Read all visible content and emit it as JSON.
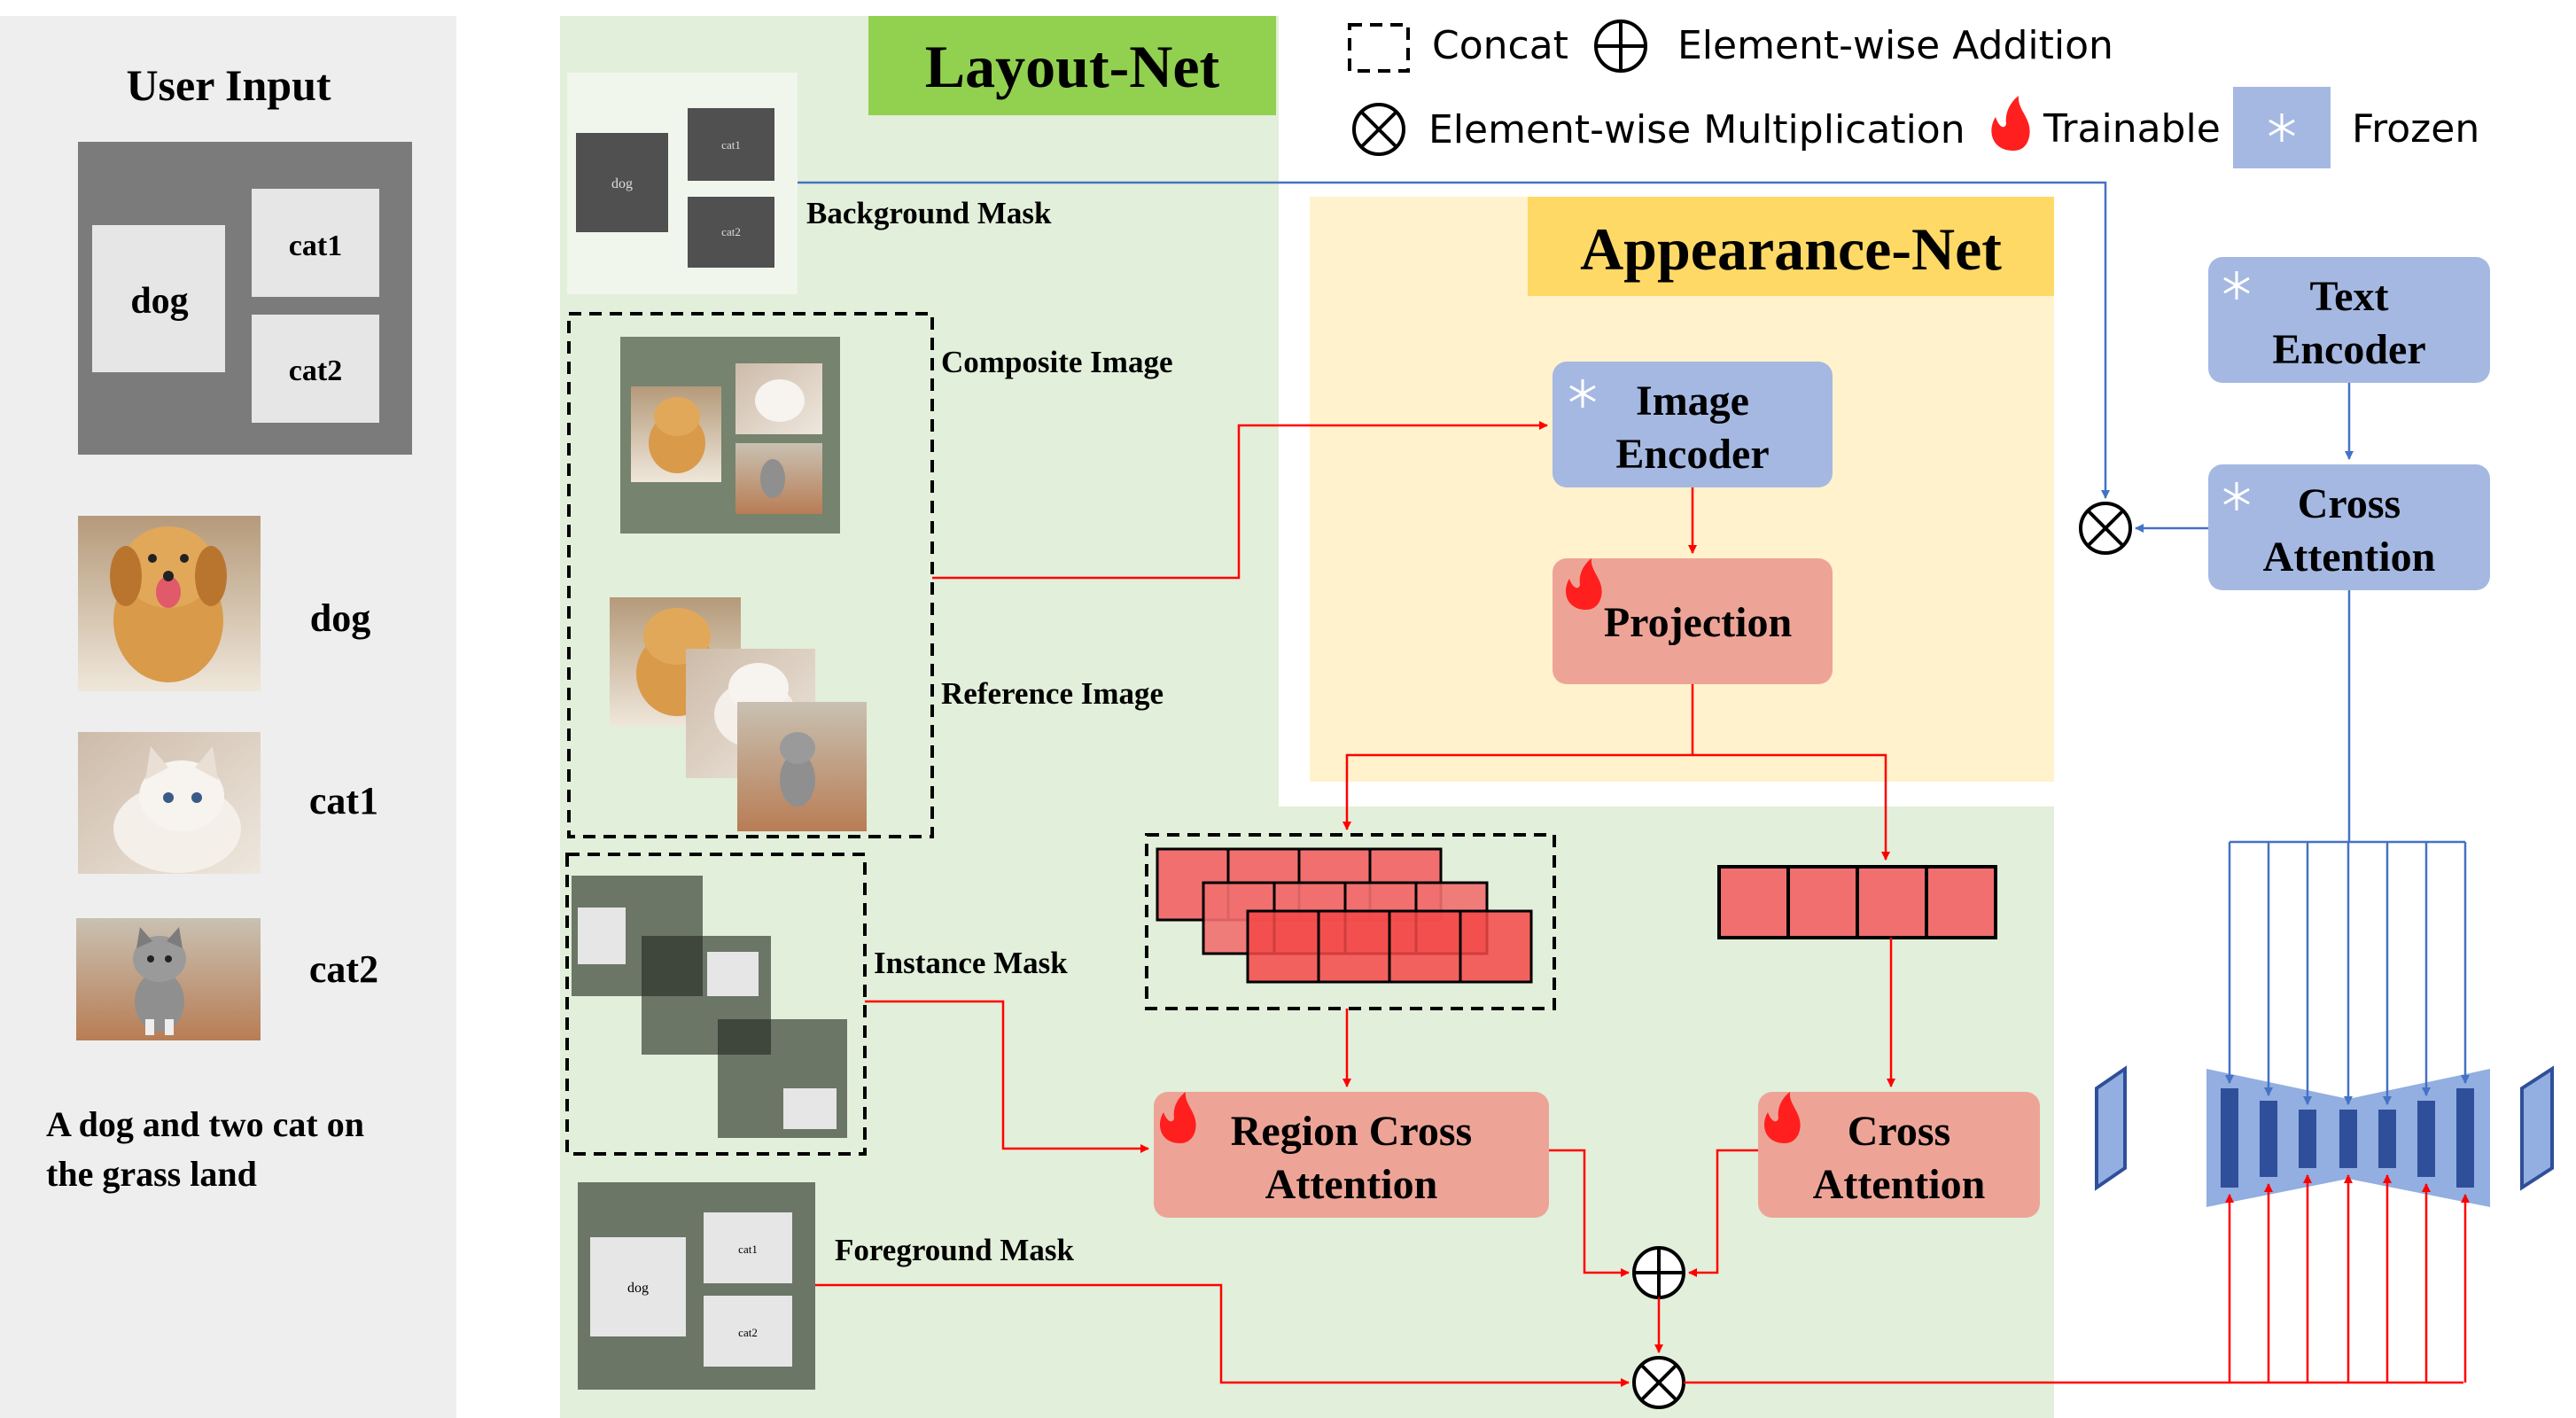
{
  "user_input": {
    "title": "User Input",
    "layout_labels": {
      "dog": "dog",
      "cat1": "cat1",
      "cat2": "cat2"
    },
    "photo_labels": [
      "dog",
      "cat1",
      "cat2"
    ],
    "prompt_line1": "A dog and two cat on",
    "prompt_line2": "the grass land"
  },
  "legend": {
    "concat": "Concat",
    "addition": "Element-wise Addition",
    "multiplication": "Element-wise Multiplication",
    "trainable": "Trainable",
    "frozen": "Frozen"
  },
  "layout_net": {
    "title": "Layout-Net",
    "background_mask": "Background Mask",
    "composite_image": "Composite Image",
    "reference_image": "Reference Image",
    "instance_mask": "Instance Mask",
    "foreground_mask": "Foreground Mask",
    "mask_labels": {
      "dog": "dog",
      "cat1": "cat1",
      "cat2": "cat2"
    }
  },
  "appearance_net": {
    "title": "Appearance-Net",
    "image_encoder": [
      "Image",
      "Encoder"
    ],
    "projection": "Projection"
  },
  "modules": {
    "region_cross_attention": [
      "Region Cross",
      "Attention"
    ],
    "cross_attention": [
      "Cross",
      "Attention"
    ],
    "text_encoder": [
      "Text",
      "Encoder"
    ],
    "frozen_cross_attention": [
      "Cross",
      "Attention"
    ]
  },
  "colors": {
    "layout_bg": "#e2efda",
    "layout_title_bg": "#92d050",
    "appearance_bg": "#fff2cc",
    "appearance_title_bg": "#ffd966",
    "frozen_block": "#a5b8e2",
    "trainable_block": "#eda497",
    "red_arrow": "#ff0000",
    "blue_arrow": "#4472c4",
    "feature_red": "#f26f6f",
    "unet_dark": "#2f4f9a",
    "unet_light": "#93aee0"
  }
}
